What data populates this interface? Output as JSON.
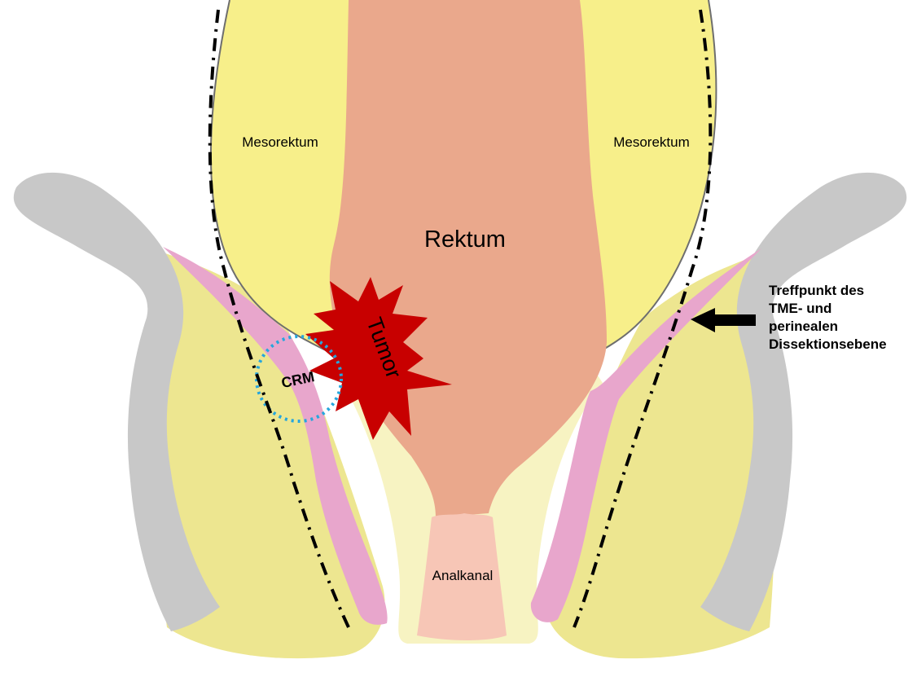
{
  "labels": {
    "mesorectum_left": "Mesorektum",
    "mesorectum_right": "Mesorektum",
    "rectum": "Rektum",
    "tumor": "Tumor",
    "crm": "CRM",
    "anal_canal": "Analkanal"
  },
  "annotation": {
    "lines": [
      "Treffpunkt des",
      "TME- und",
      "perinealen",
      "Dissektionsebene"
    ]
  },
  "colors": {
    "mesorectum": "#f7ef8a",
    "levator_fat": "#ede690",
    "inner_fat": "#f7f3c2",
    "bone": "#c8c8c8",
    "muscle": "#e8a6cc",
    "rectum": "#eaa88c",
    "anal_canal": "#f7c6b6",
    "tumor": "#c80000",
    "crm_circle": "#26a6dd",
    "dissection_line": "#000000"
  }
}
